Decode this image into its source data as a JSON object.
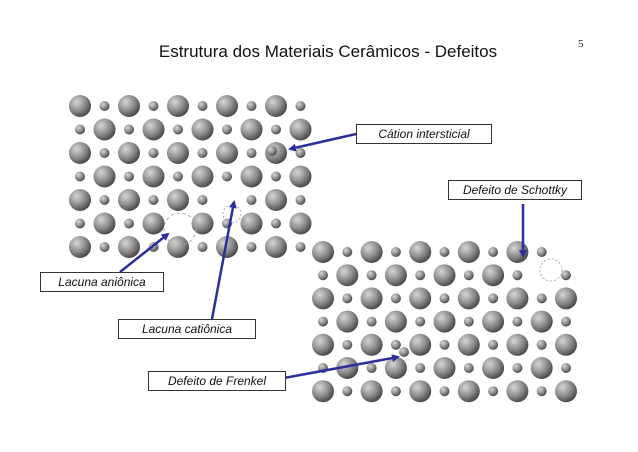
{
  "slide": {
    "title": "Estrutura dos Materiais Cerâmicos - Defeitos",
    "page_number": "5"
  },
  "callouts": {
    "interstitial_cation": "Cátion intersticial",
    "schottky_defect": "Defeito de Schottky",
    "anion_vacancy": "Lacuna aniônica",
    "cation_vacancy": "Lacuna catiônica",
    "frenkel_defect": "Defeito de Frenkel"
  },
  "colors": {
    "arrow": "#2b2f9c",
    "atom_dark": "#3a3a3a",
    "atom_light": "#cfcfcf"
  }
}
